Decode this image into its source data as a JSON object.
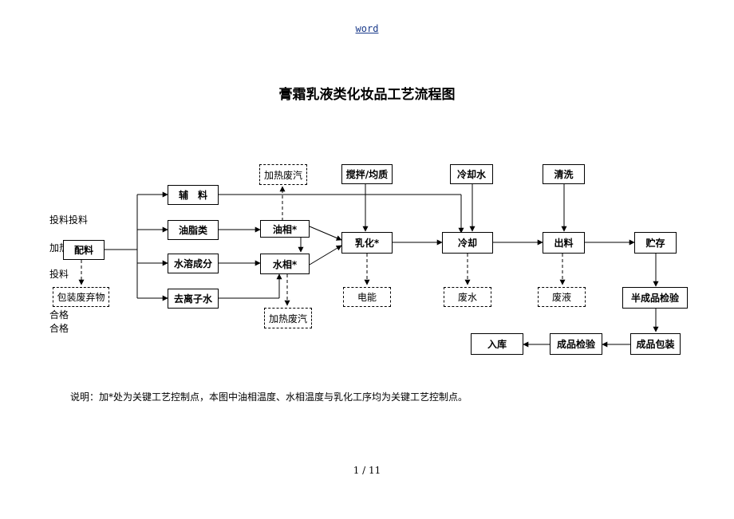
{
  "header": {
    "text": "word"
  },
  "title": "膏霜乳液类化妆品工艺流程图",
  "left_labels": [
    "投料投料",
    "加热",
    "投料",
    "合格",
    "合格"
  ],
  "nodes": {
    "peiliao": "配料",
    "fuliao": "辅　料",
    "youzhilei": "油脂类",
    "shuirongchengfen": "水溶成分",
    "quliziShui": "去离子水",
    "youxiang": "油相*",
    "shuixiang": "水相*",
    "jiaobanjunzhi": "搅拌/均质",
    "ruhua": "乳化*",
    "lengqueshui": "冷却水",
    "lengque": "冷却",
    "qingxi": "清洗",
    "chuliao": "出料",
    "zhucun": "贮存",
    "banchengpin": "半成品检验",
    "chengpinbaozhuang": "成品包装",
    "chengpinjianyan": "成品检验",
    "ruku": "入库"
  },
  "waste": {
    "baozhuang": "包装废弃物",
    "jiare_top": "加热废汽",
    "jiare_bottom": "加热废汽",
    "dianneng": "电能",
    "feishui": "废水",
    "feiye": "废液"
  },
  "note": "说明：加*处为关键工艺控制点，本图中油相温度、水相温度与乳化工序均为关键工艺控制点。",
  "page": "1 / 11"
}
